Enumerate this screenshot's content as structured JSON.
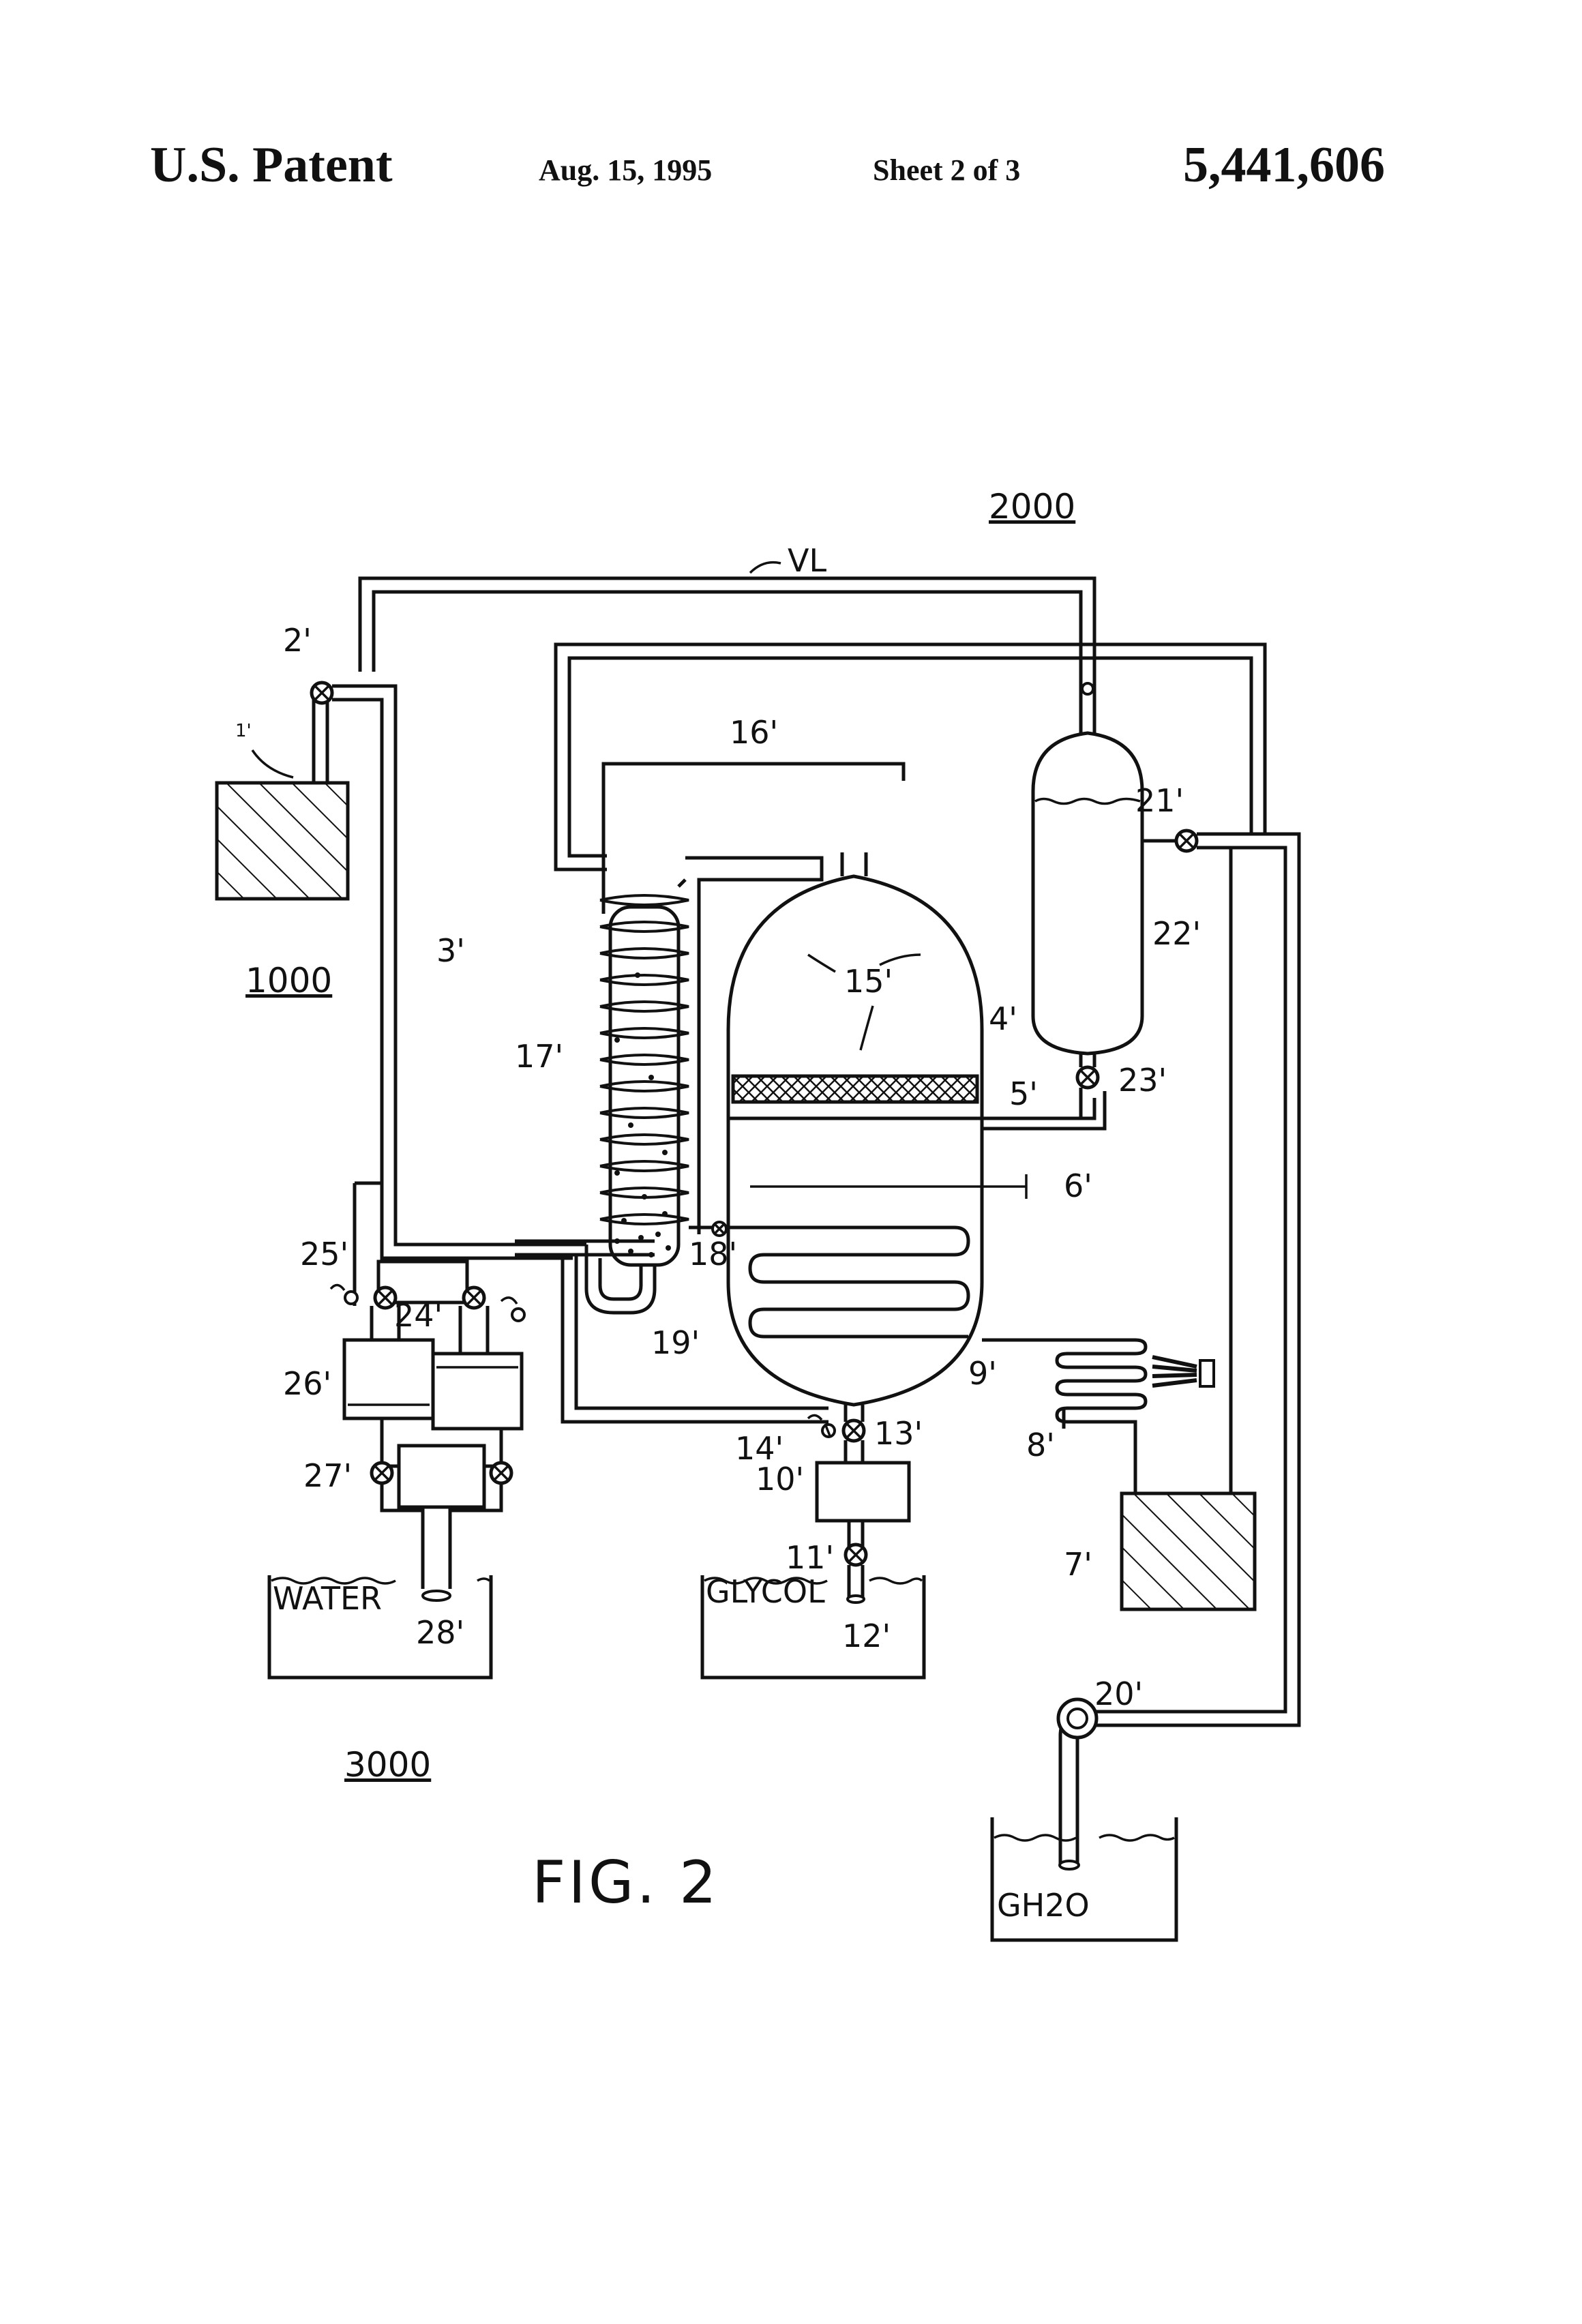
{
  "header": {
    "patent_label": "U.S. Patent",
    "date": "Aug. 15, 1995",
    "sheet": "Sheet 2 of 3",
    "patent_number": "5,441,606"
  },
  "figure": {
    "caption": "FIG. 2",
    "sections": {
      "s1000": "1000",
      "s2000": "2000",
      "s3000": "3000"
    },
    "line_labels": {
      "vl": "VL"
    },
    "tank_labels": {
      "water": "WATER",
      "glycol": "GLYCOL",
      "gh2o": "GH2O"
    },
    "refs": {
      "r1": "1'",
      "r2": "2'",
      "r3": "3'",
      "r4": "4'",
      "r5": "5'",
      "r6": "6'",
      "r7": "7'",
      "r8": "8'",
      "r9": "9'",
      "r10": "10'",
      "r11": "11'",
      "r12": "12'",
      "r13": "13'",
      "r14": "14'",
      "r15": "15'",
      "r16": "16'",
      "r17": "17'",
      "r18": "18'",
      "r19": "19'",
      "r20": "20'",
      "r21": "21'",
      "r22": "22'",
      "r23": "23'",
      "r24": "24'",
      "r25": "25'",
      "r26": "26'",
      "r27": "27'",
      "r28": "28'"
    }
  }
}
